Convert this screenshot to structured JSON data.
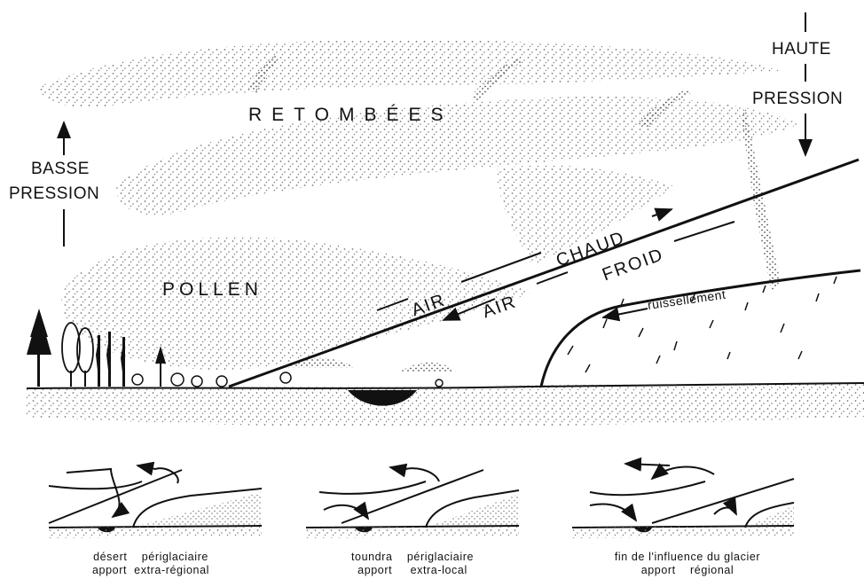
{
  "main_diagram": {
    "labels": {
      "retombees": "RETOMBÉES",
      "haute": "HAUTE",
      "pression_haute": "PRESSION",
      "basse": "BASSE",
      "pression_basse": "PRESSION",
      "pollen": "POLLEN",
      "air_chaud_1": "AIR",
      "air_chaud_2": "CHAUD",
      "air_froid_1": "AIR",
      "air_froid_2": "FROID",
      "ruissellement": "ruissellement"
    }
  },
  "panels": [
    {
      "line1": "désert    périglaciaire",
      "line2": "apport  extra-régional"
    },
    {
      "line1": "toundra    périglaciaire",
      "line2": "apport     extra-local"
    },
    {
      "line1": "fin de l'influence du glacier",
      "line2": "apport    régional"
    }
  ],
  "colors": {
    "ink": "#111111",
    "stipple": "#9a9a9a",
    "background": "#ffffff"
  }
}
